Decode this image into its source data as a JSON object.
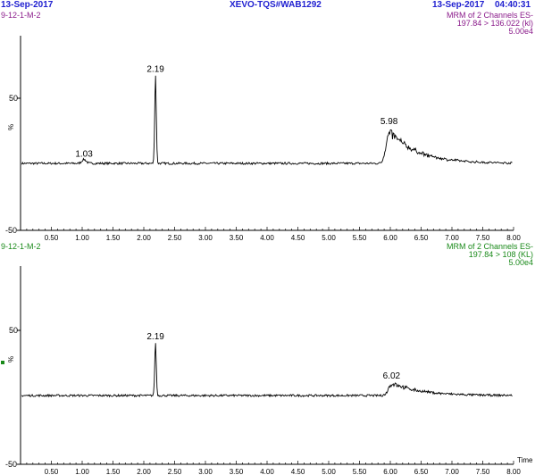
{
  "header": {
    "date_left": "13-Sep-2017",
    "instrument": "XEVO-TQS#WAB1292",
    "date_right": "13-Sep-2017",
    "time_right": "04:40:31"
  },
  "colors": {
    "header": "#1f1fd0",
    "panel1_label": "#8a1a8a",
    "panel2_label": "#1a8a1a",
    "trace": "#000000"
  },
  "chart_data": [
    {
      "type": "line",
      "sample_name": "9-12-1-M-2",
      "channel_label": "MRM of 2 Channels ES-",
      "transition": "197.84 > 136.022 (kl)",
      "scale": "5.00e4",
      "ylabel": "%",
      "xlim": [
        0,
        8.0
      ],
      "ylim": [
        -50,
        100
      ],
      "yticks": [
        50,
        -50
      ],
      "x_ticks": [
        "0.50",
        "1.00",
        "1.50",
        "2.00",
        "2.50",
        "3.00",
        "3.50",
        "4.00",
        "4.50",
        "5.00",
        "5.50",
        "6.00",
        "6.50",
        "7.00",
        "7.50",
        "8.00"
      ],
      "baseline": 0,
      "peaks": [
        {
          "x": 1.03,
          "y": 3,
          "label": "1.03"
        },
        {
          "x": 2.19,
          "y": 68,
          "label": "2.19"
        },
        {
          "x": 5.98,
          "y": 28,
          "label": "5.98"
        }
      ]
    },
    {
      "type": "line",
      "sample_name": "9-12-1-M-2",
      "channel_label": "MRM of 2 Channels ES-",
      "transition": "197.84 > 108 (KL)",
      "scale": "5.00e4",
      "ylabel": "%",
      "xlabel": "Time",
      "xlim": [
        0,
        8.0
      ],
      "ylim": [
        -50,
        100
      ],
      "yticks": [
        50,
        -50
      ],
      "x_ticks": [
        "0.50",
        "1.00",
        "1.50",
        "2.00",
        "2.50",
        "3.00",
        "3.50",
        "4.00",
        "4.50",
        "5.00",
        "5.50",
        "6.00",
        "6.50",
        "7.00",
        "7.50",
        "8.00"
      ],
      "baseline": 0,
      "peaks": [
        {
          "x": 2.19,
          "y": 41,
          "label": "2.19"
        },
        {
          "x": 6.02,
          "y": 11,
          "label": "6.02"
        }
      ]
    }
  ]
}
